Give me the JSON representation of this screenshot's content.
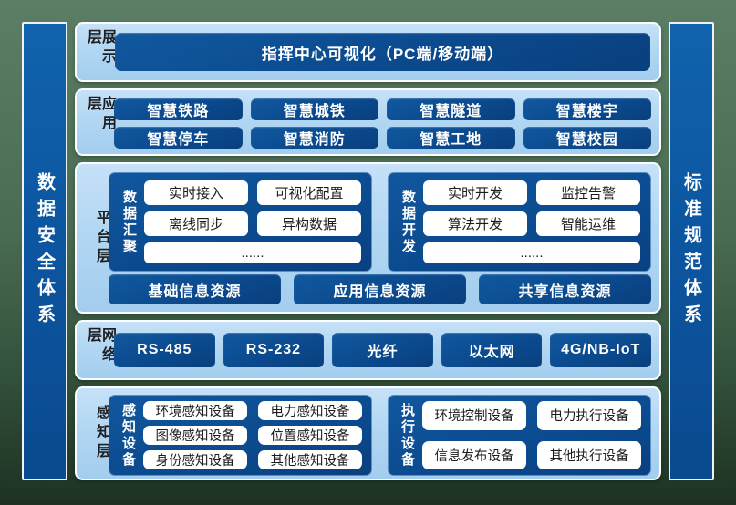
{
  "pillars": {
    "left": "数据安全体系",
    "right": "标准规范体系"
  },
  "layers": [
    {
      "label": "展示层",
      "banner": "指挥中心可视化（PC端/移动端）"
    },
    {
      "label": "应用层",
      "buttons": [
        "智慧铁路",
        "智慧城铁",
        "智慧隧道",
        "智慧楼宇",
        "智慧停车",
        "智慧消防",
        "智慧工地",
        "智慧校园"
      ]
    },
    {
      "label": "平台层",
      "groups": [
        {
          "label": "数据汇聚",
          "items": [
            "实时接入",
            "可视化配置",
            "离线同步",
            "异构数据"
          ],
          "ellipsis": "......"
        },
        {
          "label": "数据开发",
          "items": [
            "实时开发",
            "监控告警",
            "算法开发",
            "智能运维"
          ],
          "ellipsis": "......"
        }
      ],
      "resources": [
        "基础信息资源",
        "应用信息资源",
        "共享信息资源"
      ]
    },
    {
      "label": "网络层",
      "buttons": [
        "RS-485",
        "RS-232",
        "光纤",
        "以太网",
        "4G/NB-IoT"
      ]
    },
    {
      "label": "感知层",
      "groups": [
        {
          "label": "感知设备",
          "items": [
            "环境感知设备",
            "电力感知设备",
            "图像感知设备",
            "位置感知设备",
            "身份感知设备",
            "其他感知设备"
          ]
        },
        {
          "label": "执行设备",
          "items": [
            "环境控制设备",
            "电力执行设备",
            "信息发布设备",
            "其他执行设备"
          ]
        }
      ]
    }
  ],
  "colors": {
    "background_green_top": "#5c7e65",
    "background_green_bottom": "#1e3122",
    "panel_light_blue": "#b2d7f3",
    "block_dark_blue": "#0b4a8e",
    "pillar_blue": "#0c55a0",
    "pill_white": "#ffffff",
    "text_dark": "#1d1d1d",
    "text_white": "#ffffff"
  }
}
